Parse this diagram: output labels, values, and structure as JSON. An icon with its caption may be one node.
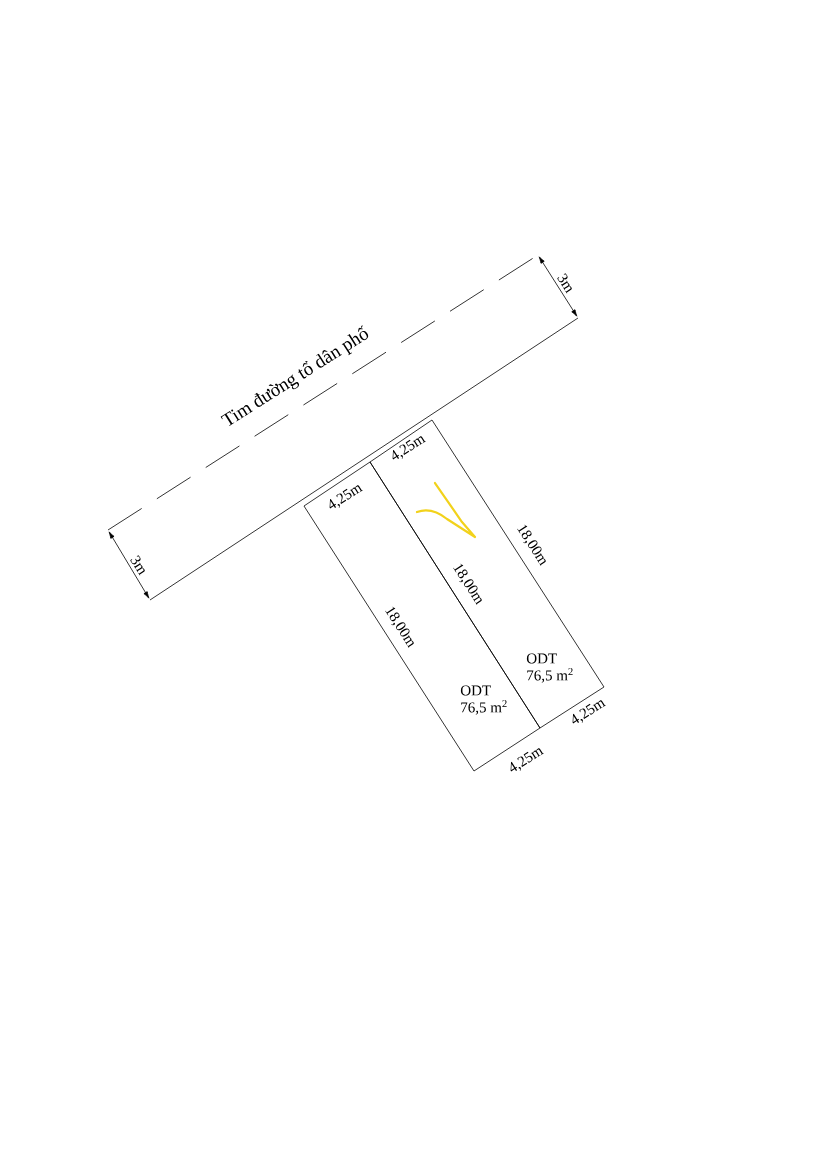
{
  "diagram": {
    "nodes": [
      {
        "text": [
          "Tim đường tổ dân phố"
        ]
      },
      {
        "text": [
          "ODT",
          "76,5 m$^{2}$"
        ]
      },
      {
        "text": [
          "ODT",
          "76,5 m$^{2}$"
        ]
      }
    ],
    "edges": [],
    "labels": [
      "3m",
      "4,25m",
      "4,25m",
      "18,00m",
      "3m",
      "18,00m",
      "18,00m",
      "4,25m",
      "4,25m"
    ]
  }
}
